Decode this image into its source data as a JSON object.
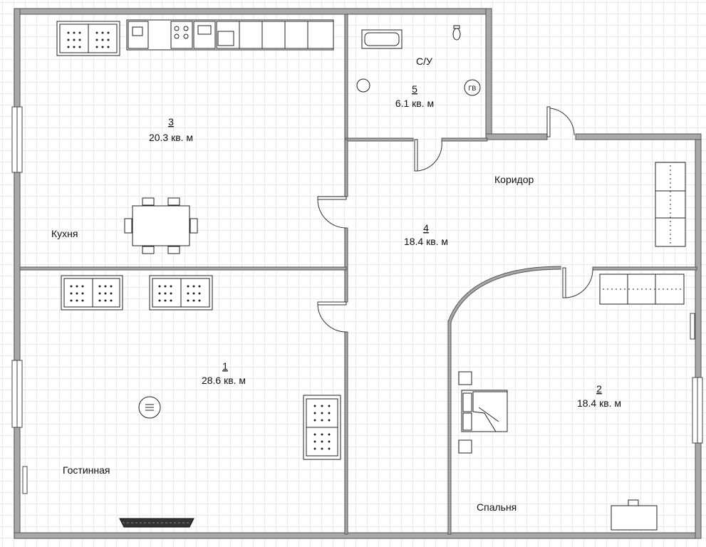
{
  "rooms": [
    {
      "id": "living",
      "number": "1",
      "area": "28.6 кв. м",
      "name": "Гостинная"
    },
    {
      "id": "bedroom",
      "number": "2",
      "area": "18.4 кв. м",
      "name": "Спальня"
    },
    {
      "id": "kitchen",
      "number": "3",
      "area": "20.3 кв. м",
      "name": "Кухня"
    },
    {
      "id": "corridor",
      "number": "4",
      "area": "18.4 кв. м",
      "name": "Коридор"
    },
    {
      "id": "bathroom",
      "number": "5",
      "area": "6.1 кв. м",
      "name": "С/У"
    }
  ],
  "fixtures": {
    "boiler_label": "ГВ"
  },
  "colors": {
    "wall_fill": "#a8a8a8",
    "wall_stroke": "#555555",
    "grid_minor": "#d6d6d6",
    "grid_major": "#c2c2c2",
    "background": "#ffffff"
  }
}
